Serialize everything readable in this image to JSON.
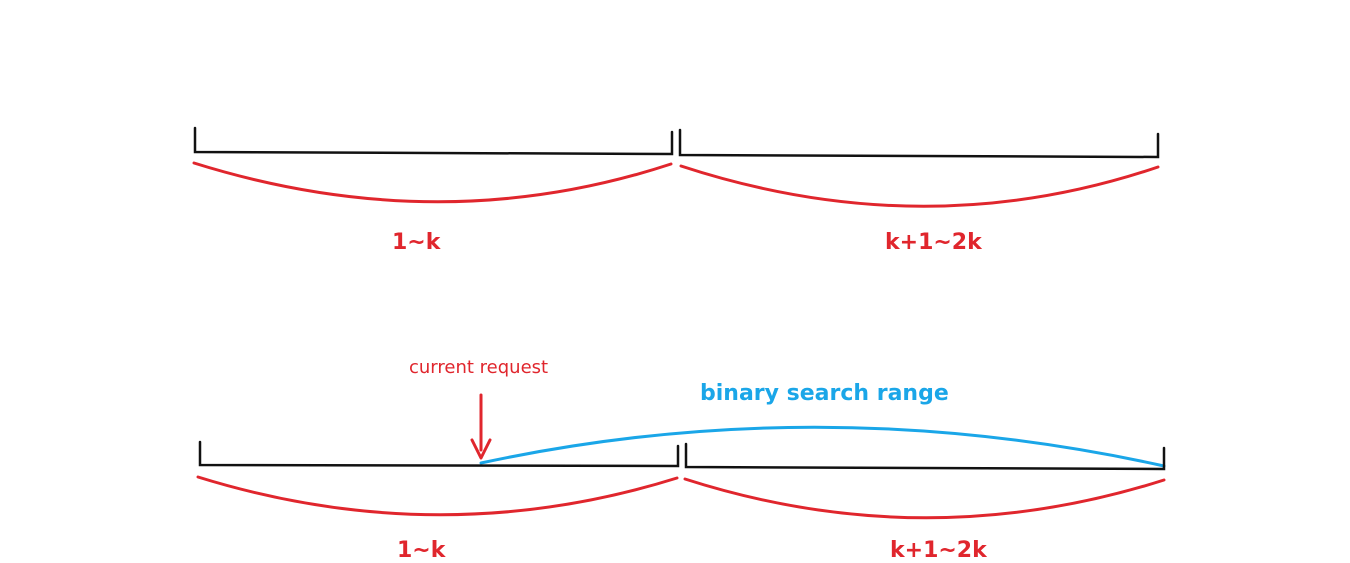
{
  "top_row": {
    "segment_left_label": "1~k",
    "segment_right_label": "k+1~2k"
  },
  "bottom_row": {
    "segment_left_label": "1~k",
    "segment_right_label": "k+1~2k",
    "pointer_label": "current request",
    "range_label": "binary search range"
  },
  "colors": {
    "axis": "#111111",
    "brace": "#e0262d",
    "range": "#1aa6e8"
  }
}
